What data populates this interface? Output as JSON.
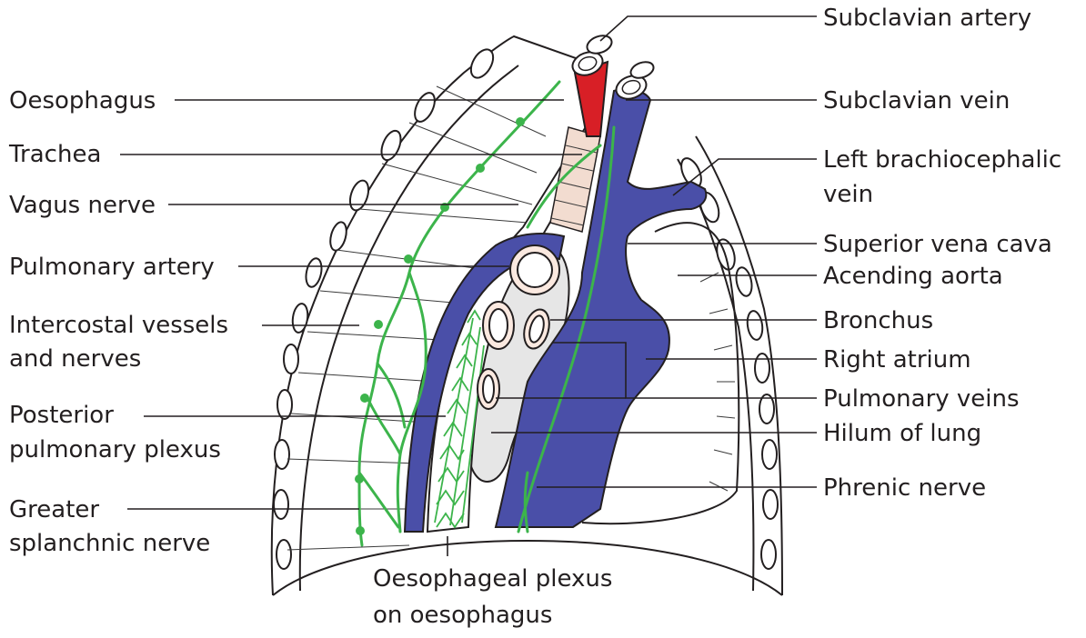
{
  "labels": {
    "subclavian_artery": "Subclavian artery",
    "oesophagus": "Oesophagus",
    "subclavian_vein": "Subclavian vein",
    "trachea": "Trachea",
    "left_brachiocephalic_vein_1": "Left brachiocephalic",
    "left_brachiocephalic_vein_2": "vein",
    "vagus_nerve": "Vagus nerve",
    "superior_vena_cava": "Superior vena cava",
    "pulmonary_artery": "Pulmonary artery",
    "acending_aorta": "Acending aorta",
    "intercostal_1": "Intercostal vessels",
    "intercostal_2": "and nerves",
    "bronchus": "Bronchus",
    "right_atrium": "Right atrium",
    "posterior_plexus_1": "Posterior",
    "posterior_plexus_2": "pulmonary plexus",
    "pulmonary_veins": "Pulmonary veins",
    "hilum_of_lung": "Hilum of lung",
    "greater_splanchnic_1": "Greater",
    "greater_splanchnic_2": "splanchnic nerve",
    "phrenic_nerve": "Phrenic nerve",
    "oesophageal_plexus_1": "Oesophageal plexus",
    "oesophageal_plexus_2": "on oesophagus"
  },
  "colors": {
    "vein_blue": "#4a4fa8",
    "artery_red": "#d81f26",
    "nerve_green": "#3cb44b",
    "trachea_pink": "#f2dcd0",
    "hilum_grey": "#e6e6e6",
    "ink": "#231f20"
  }
}
